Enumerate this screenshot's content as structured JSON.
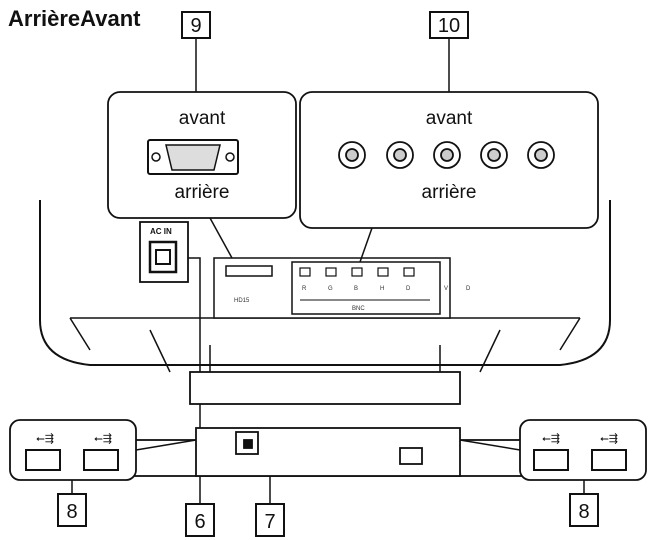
{
  "header": {
    "title": "ArrièreAvant"
  },
  "callouts": {
    "c9": "9",
    "c10": "10",
    "c6": "6",
    "c7": "7",
    "c8_left": "8",
    "c8_right": "8"
  },
  "insets": {
    "left": {
      "top_label": "avant",
      "bottom_label": "arrière"
    },
    "right": {
      "top_label": "avant",
      "bottom_label": "arrière"
    }
  },
  "panel": {
    "ac_in": "AC IN",
    "bnc_labels": [
      "R",
      "G",
      "B",
      "H",
      "D"
    ],
    "vd_labels": [
      "V",
      "D"
    ],
    "input1": "HD15",
    "input2": "BNC"
  }
}
